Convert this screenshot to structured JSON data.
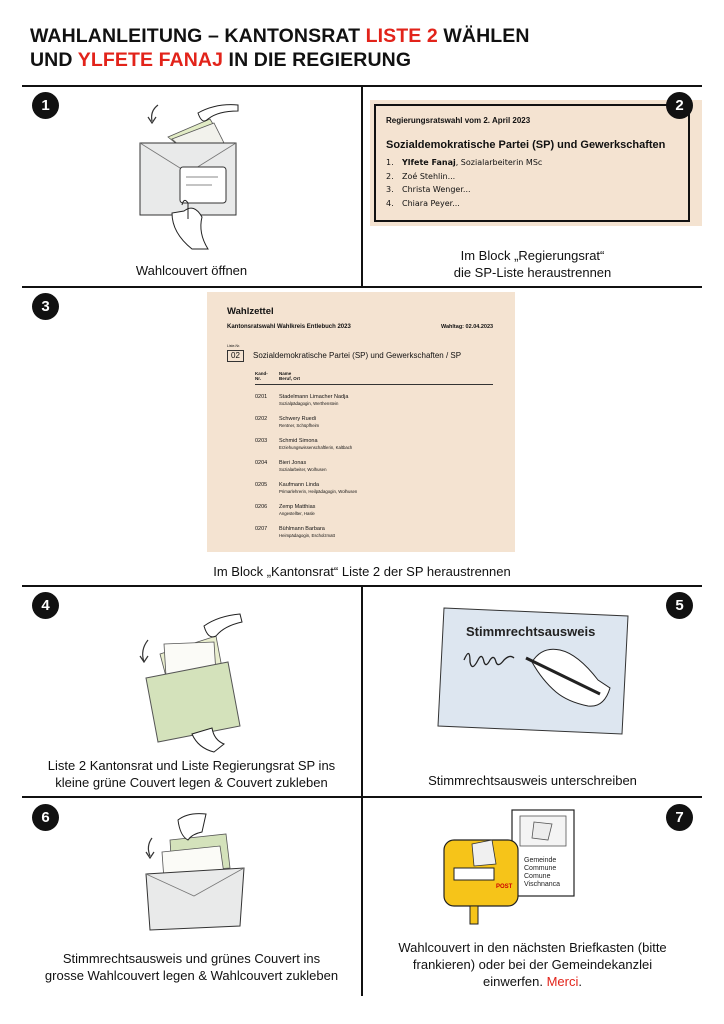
{
  "title": {
    "line1_a": "WAHLANLEITUNG – KANTONSRAT ",
    "line1_red": "LISTE 2",
    "line1_b": " WÄHLEN",
    "line2_a": "UND ",
    "line2_red": "YLFETE FANAJ",
    "line2_b": " IN DIE REGIERUNG"
  },
  "colors": {
    "accent_red": "#e2231a",
    "ballot_beige": "#f4e3d1",
    "couvert_green": "#d4e2bb"
  },
  "steps": [
    {
      "num": "1",
      "caption": "Wahlcouvert öffnen"
    },
    {
      "num": "2",
      "caption_l1": "Im Block „Regierungsrat“",
      "caption_l2": "die SP-Liste heraustrennen"
    },
    {
      "num": "3",
      "caption": "Im Block „Kantonsrat“ Liste 2 der SP heraustrennen"
    },
    {
      "num": "4",
      "caption_l1": "Liste 2 Kantonsrat und Liste Regierungsrat SP ins",
      "caption_l2": "kleine grüne Couvert legen & Couvert zukleben"
    },
    {
      "num": "5",
      "caption": "Stimmrechtsausweis unterschreiben"
    },
    {
      "num": "6",
      "caption_l1": "Stimmrechtsausweis und grünes Couvert ins",
      "caption_l2": "grosse Wahlcouvert legen & Wahlcouvert zukleben"
    },
    {
      "num": "7",
      "caption_l1": "Wahlcouvert in den nächsten Briefkasten (bitte",
      "caption_l2": "frankieren) oder bei der Gemeindekanzlei",
      "caption_l3a": "einwerfen. ",
      "caption_l3_red": "Merci",
      "caption_l3b": "."
    }
  ],
  "ballot_regierungsrat": {
    "header": "Regierungsratswahl vom 2. April 2023",
    "party": "Sozialdemokratische Partei (SP) und Gewerkschaften",
    "candidates": [
      {
        "n": "1.",
        "name": "Ylfete Fanaj",
        "rest": ", Sozialarbeiterin MSc"
      },
      {
        "n": "2.",
        "name": "",
        "rest": "Zoé Stehlin..."
      },
      {
        "n": "3.",
        "name": "",
        "rest": "Christa Wenger..."
      },
      {
        "n": "4.",
        "name": "",
        "rest": "Chiara Peyer..."
      }
    ]
  },
  "ballot_kantonsrat": {
    "title": "Wahlzettel",
    "subtitle": "Kantonsratswahl Wahlkreis Entlebuch 2023",
    "date": "Wahltag:  02.04.2023",
    "list_label": "Liste-Nr.",
    "list_no": "02",
    "party": "Sozialdemokratische Partei (SP) und Gewerkschaften / SP",
    "col_kand_1": "Kand-",
    "col_kand_2": "Nr.",
    "col_name_1": "Name",
    "col_name_2": "Beruf, Ort",
    "candidates": [
      {
        "nr": "0201",
        "name": "Stadelmann Limacher Nadja",
        "job": "Sozialpädagogin, Werthenstein"
      },
      {
        "nr": "0202",
        "name": "Schwery Ruedi",
        "job": "Rentner, Schüpfheim"
      },
      {
        "nr": "0203",
        "name": "Schmid Simona",
        "job": "Erziehungswissenschaftlerin, Kaltbach"
      },
      {
        "nr": "0204",
        "name": "Bieri Jonas",
        "job": "Sozialarbeiter, Wolhusen"
      },
      {
        "nr": "0205",
        "name": "Kaufmann Linda",
        "job": "Primarlehrerin, Heilpädagogin, Wolhusen"
      },
      {
        "nr": "0206",
        "name": "Zemp Matthias",
        "job": "Angestellter, Hasle"
      },
      {
        "nr": "0207",
        "name": "Bühlmann Barbara",
        "job": "Heimpädagogin, Escholzmatt"
      }
    ]
  },
  "illustration_texts": {
    "card_title": "Stimmrechtsausweis",
    "municipality_1": "Gemeinde",
    "municipality_2": "Commune",
    "municipality_3": "Comune",
    "municipality_4": "Vischnanca",
    "post_label": "POST"
  }
}
